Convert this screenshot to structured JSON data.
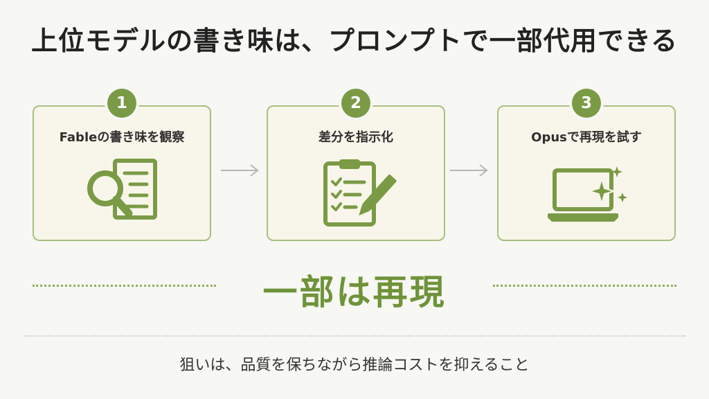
{
  "title": "上位モデルの書き味は、プロンプトで一部代用できる",
  "steps": [
    {
      "number": "1",
      "label": "Fableの書き味を観察",
      "icon": "magnifier-document-icon"
    },
    {
      "number": "2",
      "label": "差分を指示化",
      "icon": "clipboard-checklist-pencil-icon"
    },
    {
      "number": "3",
      "label": "Opusで再現を試す",
      "icon": "laptop-sparkle-icon"
    }
  ],
  "result": "一部は再現",
  "footer": "狙いは、品質を保ちながら推論コストを抑えること",
  "colors": {
    "accent": "#7a9a45",
    "card_border": "#a7bf80",
    "card_bg": "#f8f6ea",
    "result_text": "#6f9339",
    "background": "#f7f7f4"
  }
}
